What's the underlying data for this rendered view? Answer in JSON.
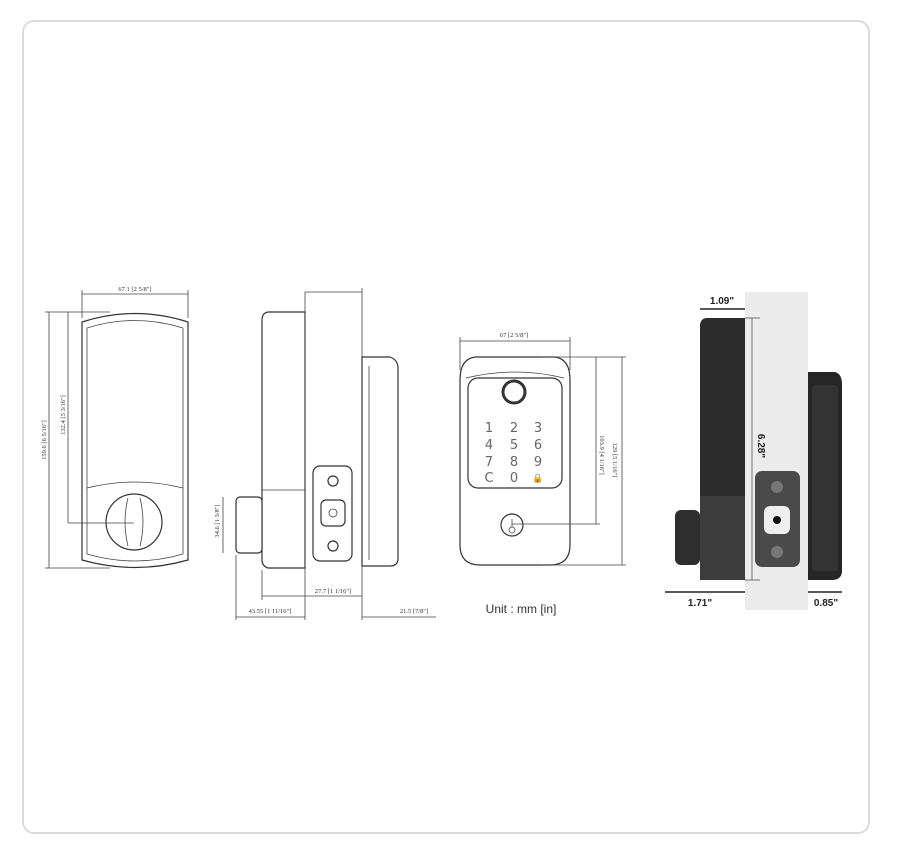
{
  "front_view": {
    "width_label": "67.1 [2 5/8\"]",
    "height_label": "159.6 [6 5/16\"]",
    "knob_height_label": "132.4 [5 3/16\"]"
  },
  "side_view": {
    "thumbturn_label": "34.6 [1 3/8\"]",
    "interior_depth_label": "27.7 [1 1/16\"]",
    "total_interior_label": "43.55 [1 11/16\"]",
    "exterior_depth_label": "21.5 [7/8\"]"
  },
  "keypad_view": {
    "width_label": "67 [2 5/8\"]",
    "keyhole_height_label": "103.9 [4 1/16\"]",
    "height_label": "129 [5 1/16\"]",
    "keys": [
      "1",
      "2",
      "3",
      "4",
      "5",
      "6",
      "7",
      "8",
      "9",
      "C",
      "0",
      "🔒"
    ],
    "unit_label": "Unit : mm [in]"
  },
  "photo_view": {
    "top_label": "1.09\"",
    "height_label": "6.28\"",
    "bottom_left_label": "1.71\"",
    "bottom_right_label": "0.85\""
  }
}
